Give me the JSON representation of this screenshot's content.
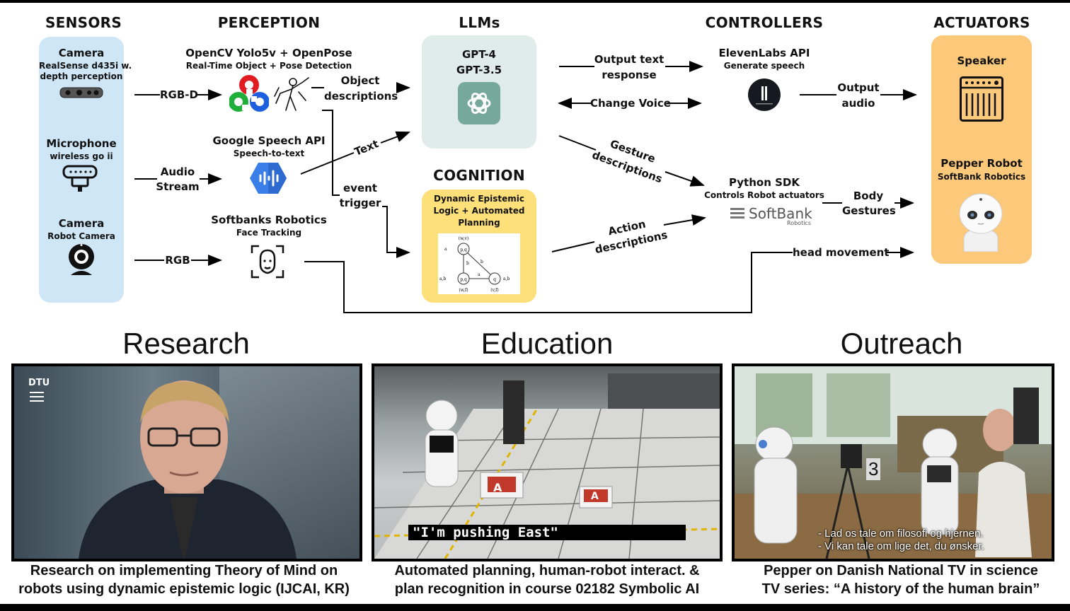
{
  "columns": {
    "sensors": "SENSORS",
    "perception": "PERCEPTION",
    "llms": "LLMs",
    "controllers": "CONTROLLERS",
    "actuators": "ACTUATORS",
    "cognition": "COGNITION"
  },
  "sensors": [
    {
      "title": "Camera",
      "sub1": "RealSense d435i w.",
      "sub2": "depth perception",
      "icon": "depth-camera-icon"
    },
    {
      "title": "Microphone",
      "sub1": "wireless go ii",
      "icon": "microphone-icon"
    },
    {
      "title": "Camera",
      "sub1": "Robot Camera",
      "icon": "webcam-icon"
    }
  ],
  "perception": [
    {
      "title": "OpenCV Yolo5v + OpenPose",
      "sub": "Real-Time Object + Pose Detection"
    },
    {
      "title": "Google Speech API",
      "sub": "Speech-to-text"
    },
    {
      "title": "Softbanks Robotics",
      "sub": "Face Tracking"
    }
  ],
  "llms": {
    "line1": "GPT-4",
    "line2": "GPT-3.5"
  },
  "cognition": {
    "line1": "Dynamic Epistemic",
    "line2": "Logic + Automated",
    "line3": "Planning"
  },
  "controllers": [
    {
      "title": "ElevenLabs API",
      "sub": "Generate speech"
    },
    {
      "title": "Python SDK",
      "sub": "Controls Robot actuators",
      "logo": "SoftBank",
      "logo_sub": "Robotics"
    }
  ],
  "actuators": [
    {
      "title": "Speaker"
    },
    {
      "title": "Pepper Robot",
      "sub": "SoftBank Robotics"
    }
  ],
  "edges": {
    "rgbd": "RGB-D",
    "audio1": "Audio",
    "audio2": "Stream",
    "rgb": "RGB",
    "obj1": "Object",
    "obj2": "descriptions",
    "text": "Text",
    "event1": "event",
    "event2": "trigger",
    "out1": "Output text",
    "out2": "response",
    "voice": "Change Voice",
    "gest1": "Gesture",
    "gest2": "descriptions",
    "act1": "Action",
    "act2": "descriptions",
    "audio_out1": "Output",
    "audio_out2": "audio",
    "body1": "Body",
    "body2": "Gestures",
    "head": "head movement"
  },
  "graph": {
    "node1": "p,q",
    "node1_top": "(w,v)",
    "node2": "p,q",
    "node2_bot": "(w,f)",
    "node3": "q",
    "node3_bot": "(v,f)",
    "lab_a": "a",
    "lab_b": "b",
    "lab_ab": "a,b"
  },
  "sections": [
    {
      "title": "Research",
      "cap1": "Research on implementing Theory of Mind on",
      "cap2": "robots using dynamic epistemic logic (IJCAI, KR)",
      "badge": "DTU"
    },
    {
      "title": "Education",
      "cap1": "Automated planning, human-robot interact. &",
      "cap2": "plan recognition in course 02182 Symbolic AI",
      "subtitle": "\"I'm pushing East\"",
      "tile_letter": "A"
    },
    {
      "title": "Outreach",
      "cap1": "Pepper on Danish National TV in science",
      "cap2": "TV series: “A history of the human brain”",
      "sub1": "- Lad os tale om filosofi og hjernen.",
      "sub2": "- Vi kan tale om lige det, du ønsker.",
      "sign": "3"
    }
  ],
  "colors": {
    "sensors": "#cfe6f7",
    "llms": "#dfece9",
    "cognition": "#fde07a",
    "actuators": "#fcc87a"
  }
}
